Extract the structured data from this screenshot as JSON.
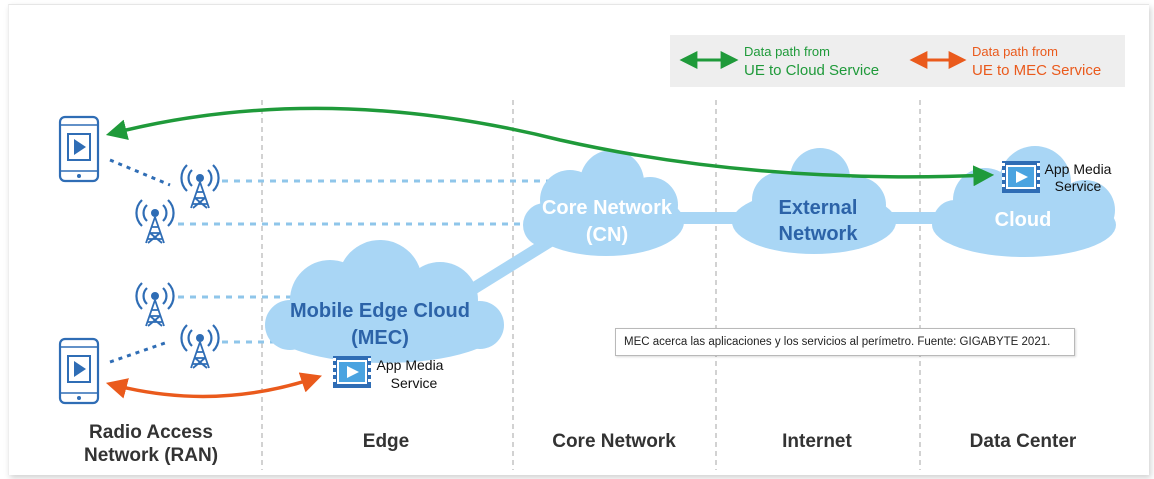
{
  "legend": {
    "ue_to_cloud": {
      "line1": "Data path from",
      "line2": "UE to Cloud Service",
      "color": "#1f9a3a"
    },
    "ue_to_mec": {
      "line1": "Data path from",
      "line2": "UE to MEC Service",
      "color": "#ea5a1c"
    }
  },
  "clouds": {
    "core": {
      "line1": "Core Network",
      "line2": "(CN)"
    },
    "external": {
      "line1": "External",
      "line2": "Network"
    },
    "cloud": {
      "line1": "Cloud"
    },
    "mec": {
      "line1": "Mobile Edge Cloud",
      "line2": "(MEC)"
    }
  },
  "services": {
    "cloud_service": {
      "line1": "App Media",
      "line2": "Service"
    },
    "mec_service": {
      "line1": "App Media",
      "line2": "Service"
    }
  },
  "zones": {
    "ran": {
      "line1": "Radio Access",
      "line2": "Network (RAN)"
    },
    "edge": "Edge",
    "core": "Core Network",
    "internet": "Internet",
    "datacenter": "Data Center"
  },
  "caption": "MEC acerca las aplicaciones y los servicios al perímetro.  Fuente: GIGABYTE 2021.",
  "icons": [
    "phone-icon",
    "antenna-icon",
    "video-player-icon",
    "cloud-icon"
  ],
  "colors": {
    "cloud_fill": "#a9d6f5",
    "link": "#a9d6f5",
    "dotted_link": "#8fc6ea",
    "icon_blue": "#2f6db5",
    "green_path": "#1f9a3a",
    "orange_path": "#ea5a1c"
  }
}
